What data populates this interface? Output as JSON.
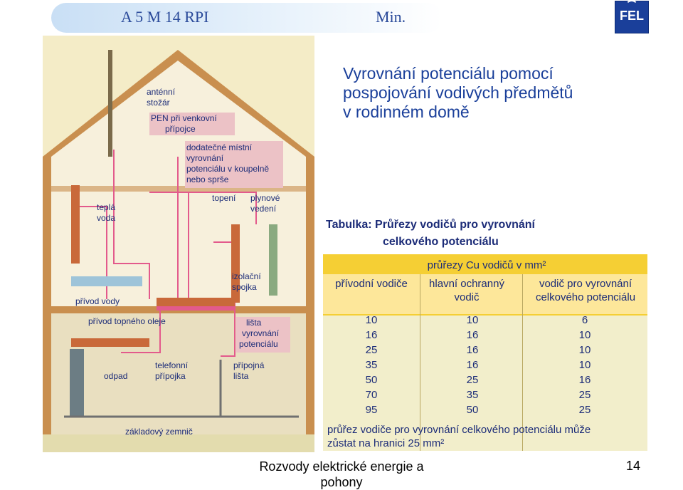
{
  "header": {
    "course": "A 5 M 14 RPI",
    "tag": "Min.",
    "logo_text": "FEL"
  },
  "title": {
    "lines": [
      "Vyrovnání potenciálu pomocí",
      "pospojování vodivých předmětů",
      "v rodinném domě"
    ]
  },
  "diagram": {
    "labels": {
      "antenna": [
        "anténní",
        "stožár"
      ],
      "pen": [
        "PEN při venkovní",
        "přípojce"
      ],
      "extra_bonding": [
        "dodatečné místní",
        "vyrovnání",
        "potenciálu v koupelně",
        "nebo sprše"
      ],
      "heating": "topení",
      "gas": [
        "plynové",
        "vedení"
      ],
      "hot_water": [
        "teplá",
        "voda"
      ],
      "insulating_joint": [
        "izolační",
        "spojka"
      ],
      "water_supply": "přívod vody",
      "oil_supply": "přívod topného oleje",
      "bar": [
        "lišta",
        "vyrovnání",
        "potenciálu"
      ],
      "phone": [
        "telefonní",
        "přípojka"
      ],
      "connection_bar": [
        "přípojná",
        "lišta"
      ],
      "drain": "odpad",
      "earth": "základový zemnič"
    }
  },
  "table": {
    "title_line1": "Tabulka: Průřezy vodičů pro vyrovnání",
    "title_line2": "celkového potenciálu",
    "unit_header": "průřezy Cu vodičů v mm²",
    "columns": [
      "přívodní vodiče",
      "hlavní ochranný vodič",
      "vodič pro vyrovnání celkového potenciálu"
    ],
    "rows": [
      [
        "10",
        "10",
        "6"
      ],
      [
        "16",
        "16",
        "10"
      ],
      [
        "25",
        "16",
        "10"
      ],
      [
        "35",
        "16",
        "10"
      ],
      [
        "50",
        "25",
        "16"
      ],
      [
        "70",
        "35",
        "25"
      ],
      [
        "95",
        "50",
        "25"
      ]
    ],
    "note_line1": "průřez vodiče pro vyrovnání celkového potenciálu může",
    "note_line2": "zůstat na hranici 25 mm²"
  },
  "footer": {
    "line1": "Rozvody elektrické energie a",
    "line2": "pohony",
    "page": "14"
  }
}
